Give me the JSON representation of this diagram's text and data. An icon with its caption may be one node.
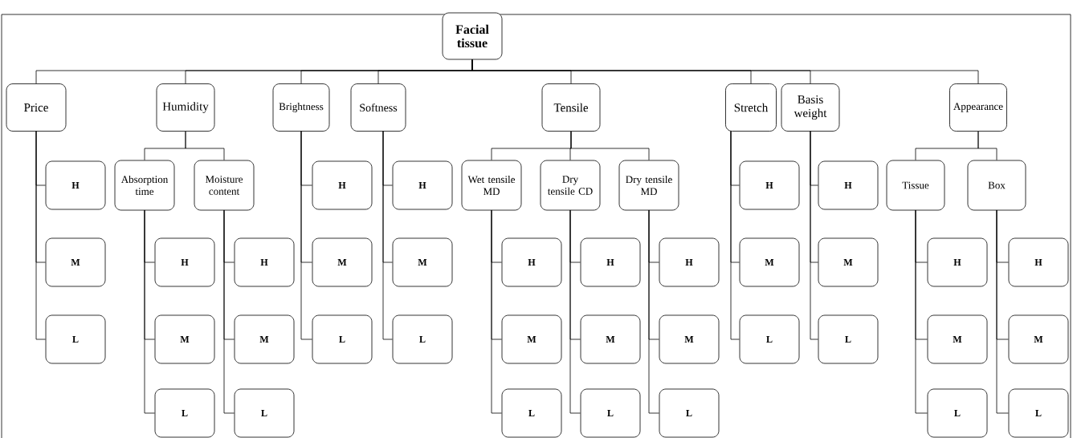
{
  "diagram": {
    "nodes": [
      {
        "text": [
          "Facial tissue"
        ]
      },
      {
        "text": [
          "Price"
        ]
      },
      {
        "text": [
          "Humidity"
        ]
      },
      {
        "text": [
          "Brightness"
        ]
      },
      {
        "text": [
          "Softness"
        ]
      },
      {
        "text": [
          "Tensile"
        ]
      },
      {
        "text": [
          "Stretch"
        ]
      },
      {
        "text": [
          "Basis weight"
        ]
      },
      {
        "text": [
          "Appearance"
        ]
      },
      {
        "text": [
          "Absorption time"
        ]
      },
      {
        "text": [
          "Moisture content"
        ]
      },
      {
        "text": [
          "Wet tensile MD"
        ]
      },
      {
        "text": [
          "Dry tensile CD"
        ]
      },
      {
        "text": [
          "Dry tensile MD"
        ]
      },
      {
        "text": [
          "Tissue"
        ]
      },
      {
        "text": [
          "Box"
        ]
      },
      {
        "text": [
          "H"
        ]
      },
      {
        "text": [
          "M"
        ]
      },
      {
        "text": [
          "L"
        ]
      },
      {
        "text": [
          "H"
        ]
      },
      {
        "text": [
          "M"
        ]
      },
      {
        "text": [
          "L"
        ]
      },
      {
        "text": [
          "H"
        ]
      },
      {
        "text": [
          "M"
        ]
      },
      {
        "text": [
          "L"
        ]
      },
      {
        "text": [
          "H"
        ]
      },
      {
        "text": [
          "M"
        ]
      },
      {
        "text": [
          "L"
        ]
      },
      {
        "text": [
          "H"
        ]
      },
      {
        "text": [
          "M"
        ]
      },
      {
        "text": [
          "L"
        ]
      },
      {
        "text": [
          "H"
        ]
      },
      {
        "text": [
          "M"
        ]
      },
      {
        "text": [
          "L"
        ]
      },
      {
        "text": [
          "H"
        ]
      },
      {
        "text": [
          "M"
        ]
      },
      {
        "text": [
          "L"
        ]
      },
      {
        "text": [
          "H"
        ]
      },
      {
        "text": [
          "M"
        ]
      },
      {
        "text": [
          "L"
        ]
      },
      {
        "text": [
          "H"
        ]
      },
      {
        "text": [
          "M"
        ]
      },
      {
        "text": [
          "L"
        ]
      },
      {
        "text": [
          "H"
        ]
      },
      {
        "text": [
          "M"
        ]
      },
      {
        "text": [
          "L"
        ]
      },
      {
        "text": [
          "H"
        ]
      },
      {
        "text": [
          "M"
        ]
      },
      {
        "text": [
          "L"
        ]
      },
      {
        "text": [
          "H"
        ]
      },
      {
        "text": [
          "M"
        ]
      },
      {
        "text": [
          "L"
        ]
      }
    ],
    "edges": [
      {
        "from": 0,
        "to": 1,
        "arrow": "none"
      },
      {
        "from": 0,
        "to": 2,
        "arrow": "none"
      },
      {
        "from": 0,
        "to": 3,
        "arrow": "none"
      },
      {
        "from": 0,
        "to": 4,
        "arrow": "none"
      },
      {
        "from": 0,
        "to": 5,
        "arrow": "none"
      },
      {
        "from": 0,
        "to": 6,
        "arrow": "none"
      },
      {
        "from": 0,
        "to": 7,
        "arrow": "none"
      },
      {
        "from": 0,
        "to": 8,
        "arrow": "none"
      },
      {
        "from": 2,
        "to": 9,
        "arrow": "none"
      },
      {
        "from": 2,
        "to": 10,
        "arrow": "none"
      },
      {
        "from": 5,
        "to": 11,
        "arrow": "none"
      },
      {
        "from": 5,
        "to": 12,
        "arrow": "none"
      },
      {
        "from": 5,
        "to": 13,
        "arrow": "none"
      },
      {
        "from": 8,
        "to": 14,
        "arrow": "none"
      },
      {
        "from": 8,
        "to": 15,
        "arrow": "none"
      },
      {
        "from": 1,
        "to": 16,
        "arrow": "none"
      },
      {
        "from": 1,
        "to": 17,
        "arrow": "none"
      },
      {
        "from": 1,
        "to": 18,
        "arrow": "none"
      },
      {
        "from": 9,
        "to": 19,
        "arrow": "none"
      },
      {
        "from": 9,
        "to": 20,
        "arrow": "none"
      },
      {
        "from": 9,
        "to": 21,
        "arrow": "none"
      },
      {
        "from": 10,
        "to": 22,
        "arrow": "none"
      },
      {
        "from": 10,
        "to": 23,
        "arrow": "none"
      },
      {
        "from": 10,
        "to": 24,
        "arrow": "none"
      },
      {
        "from": 3,
        "to": 25,
        "arrow": "none"
      },
      {
        "from": 3,
        "to": 26,
        "arrow": "none"
      },
      {
        "from": 3,
        "to": 27,
        "arrow": "none"
      },
      {
        "from": 4,
        "to": 28,
        "arrow": "none"
      },
      {
        "from": 4,
        "to": 29,
        "arrow": "none"
      },
      {
        "from": 4,
        "to": 30,
        "arrow": "none"
      },
      {
        "from": 11,
        "to": 31,
        "arrow": "none"
      },
      {
        "from": 11,
        "to": 32,
        "arrow": "none"
      },
      {
        "from": 11,
        "to": 33,
        "arrow": "none"
      },
      {
        "from": 12,
        "to": 34,
        "arrow": "none"
      },
      {
        "from": 12,
        "to": 35,
        "arrow": "none"
      },
      {
        "from": 12,
        "to": 36,
        "arrow": "none"
      },
      {
        "from": 13,
        "to": 37,
        "arrow": "none"
      },
      {
        "from": 13,
        "to": 38,
        "arrow": "none"
      },
      {
        "from": 13,
        "to": 39,
        "arrow": "none"
      },
      {
        "from": 6,
        "to": 40,
        "arrow": "none"
      },
      {
        "from": 6,
        "to": 41,
        "arrow": "none"
      },
      {
        "from": 6,
        "to": 42,
        "arrow": "none"
      },
      {
        "from": 7,
        "to": 43,
        "arrow": "none"
      },
      {
        "from": 7,
        "to": 44,
        "arrow": "none"
      },
      {
        "from": 7,
        "to": 45,
        "arrow": "none"
      },
      {
        "from": 14,
        "to": 46,
        "arrow": "none"
      },
      {
        "from": 14,
        "to": 47,
        "arrow": "none"
      },
      {
        "from": 14,
        "to": 48,
        "arrow": "none"
      },
      {
        "from": 15,
        "to": 49,
        "arrow": "none"
      },
      {
        "from": 15,
        "to": 50,
        "arrow": "none"
      },
      {
        "from": 15,
        "to": 51,
        "arrow": "none"
      }
    ]
  }
}
